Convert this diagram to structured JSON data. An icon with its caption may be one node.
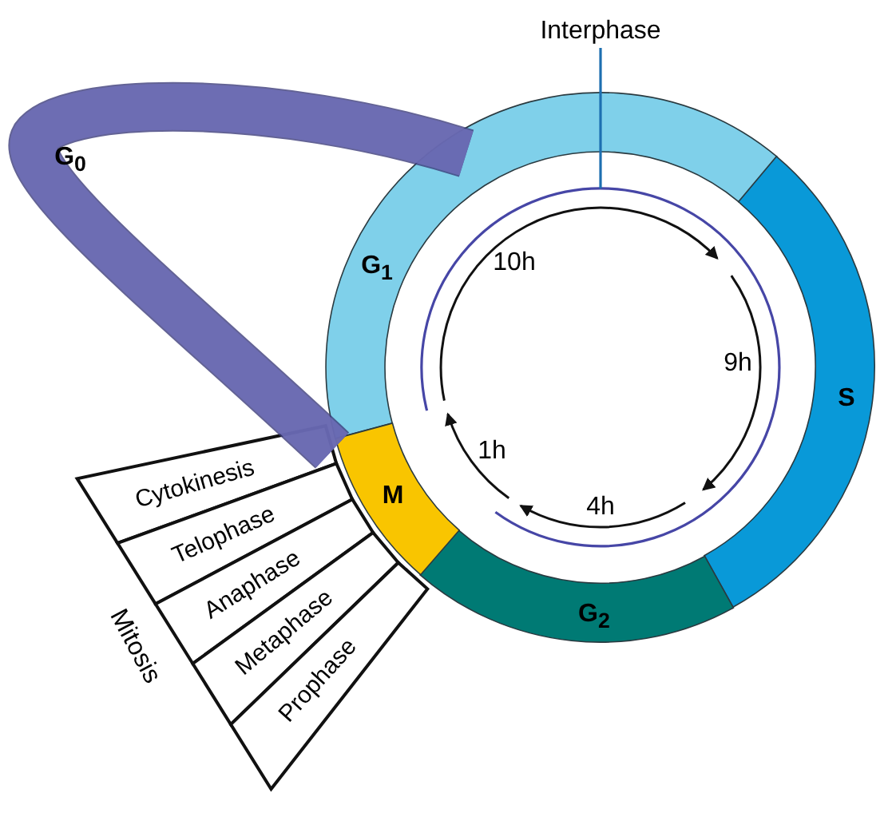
{
  "diagram": {
    "nodes": [
      {
        "text": [
          "Interphase"
        ]
      },
      {
        "text": [],
        "shape": "arc"
      },
      {
        "text": [
          "G$_{0}$"
        ]
      },
      {
        "text": [
          "G$_{1}$"
        ]
      },
      {
        "text": [
          "S"
        ]
      },
      {
        "text": [
          "G$_{2}$"
        ]
      },
      {
        "text": [
          "M"
        ]
      },
      {
        "text": [
          "Cytokinesis"
        ]
      },
      {
        "text": [
          "Telophase"
        ]
      },
      {
        "text": [
          "Anaphase"
        ]
      },
      {
        "text": [
          "Metaphase"
        ]
      },
      {
        "text": [
          "Prophase"
        ]
      }
    ],
    "edges": [
      {
        "from": 0,
        "to": 1,
        "arrow": "none"
      }
    ],
    "labels": [
      "10h",
      "9h",
      "1h",
      "4h",
      "Mitosis"
    ]
  }
}
